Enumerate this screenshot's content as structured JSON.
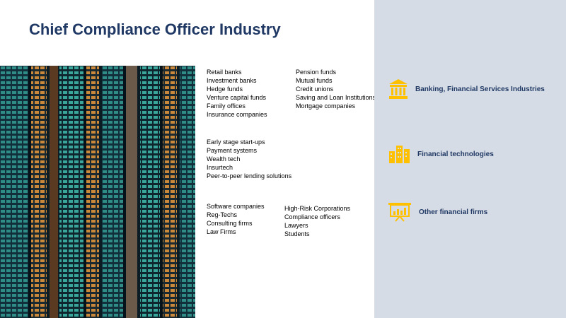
{
  "title": "Chief Compliance Officer Industry",
  "banking_col1": [
    "Retail banks",
    "Investment banks",
    "Hedge funds",
    "Venture capital funds",
    "Family offices",
    "Insurance companies"
  ],
  "banking_col2": [
    "Pension funds",
    "Mutual funds",
    "Credit unions",
    "Saving and Loan Institutions",
    "Mortgage companies"
  ],
  "fintech": [
    "Early stage start-ups",
    "Payment systems",
    "Wealth tech",
    "Insurtech",
    "Peer-to-peer lending solutions"
  ],
  "other_col1": [
    "Software companies",
    "Reg-Techs",
    "Consulting firms",
    "Law Firms"
  ],
  "other_col2": [
    "High-Risk Corporations",
    "Compliance officers",
    "Lawyers",
    "Students"
  ],
  "categories": [
    {
      "label": "Banking, Financial Services Industries",
      "icon": "bank-icon"
    },
    {
      "label": "Financial technologies",
      "icon": "buildings-icon"
    },
    {
      "label": "Other financial firms",
      "icon": "presentation-chart-icon"
    }
  ],
  "colors": {
    "title": "#1f3864",
    "panel": "#d6dce5",
    "icon": "#ffc000"
  }
}
